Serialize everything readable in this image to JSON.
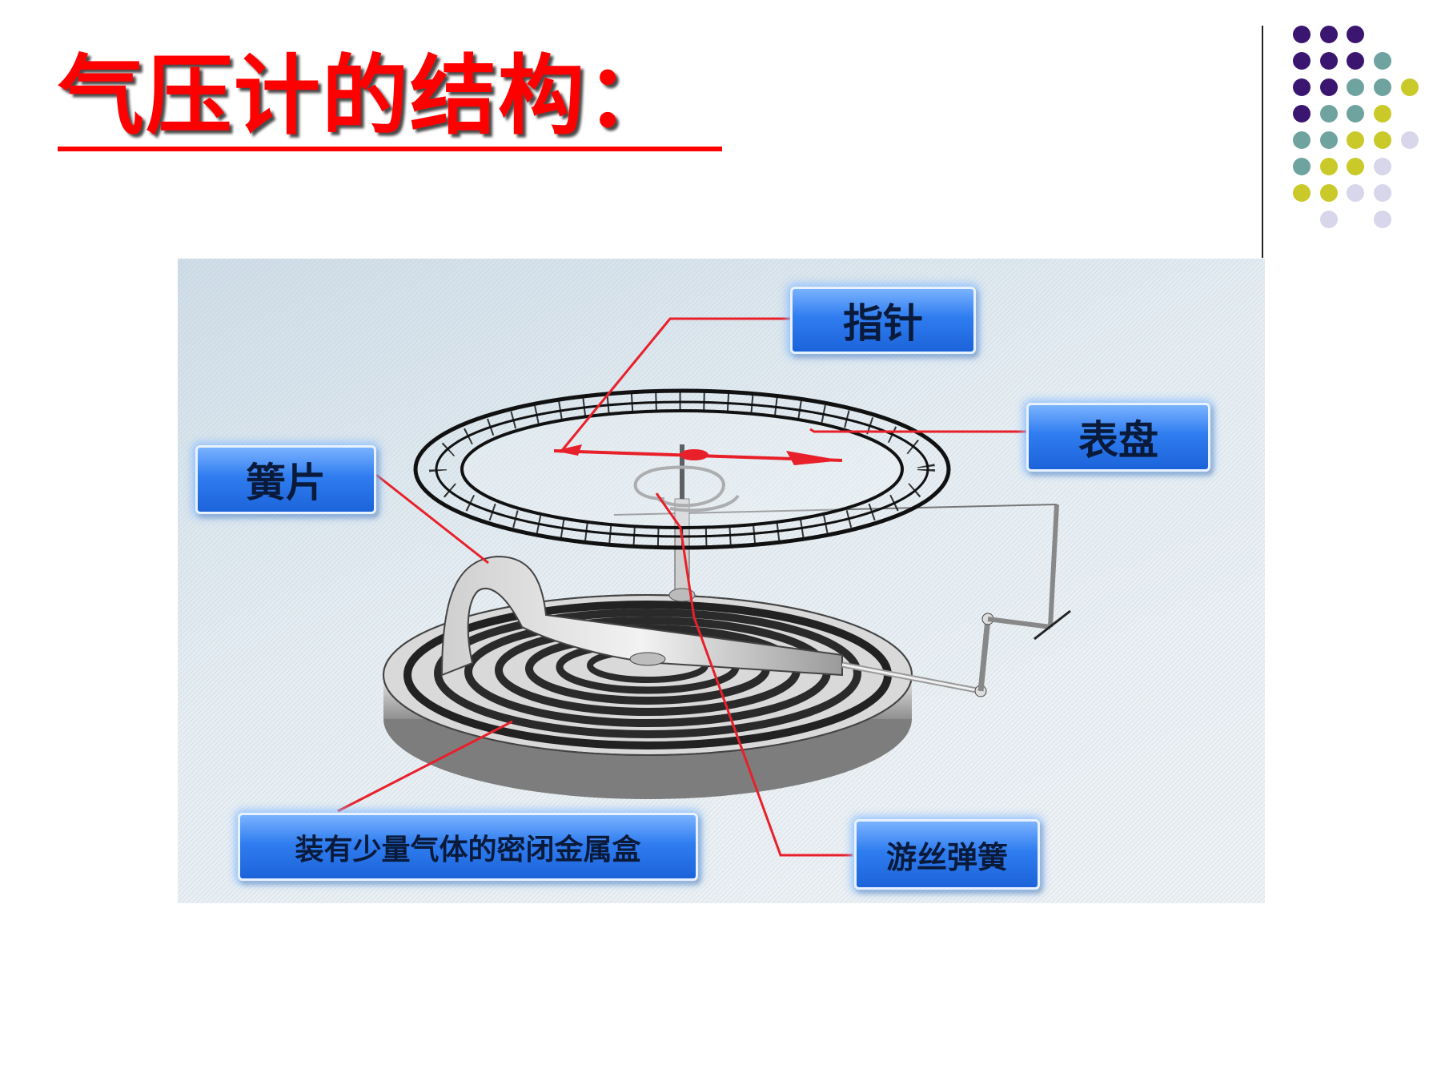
{
  "slide": {
    "title": "气压计的结构："
  },
  "decor": {
    "dot_colors": {
      "purple": "#3b1670",
      "teal": "#6fa3a0",
      "yellow": "#c9c92a",
      "lavender": "#d7d6ea"
    }
  },
  "diagram": {
    "labels": {
      "pointer": "指针",
      "dial": "表盘",
      "leaf_spring": "簧片",
      "hair_spring": "游丝弹簧",
      "metal_box": "装有少量气体的密闭金属盒"
    },
    "colors": {
      "leader_line": "#e8202a",
      "label_fill": "#2f7df0",
      "label_text": "#0a1a3a"
    }
  }
}
